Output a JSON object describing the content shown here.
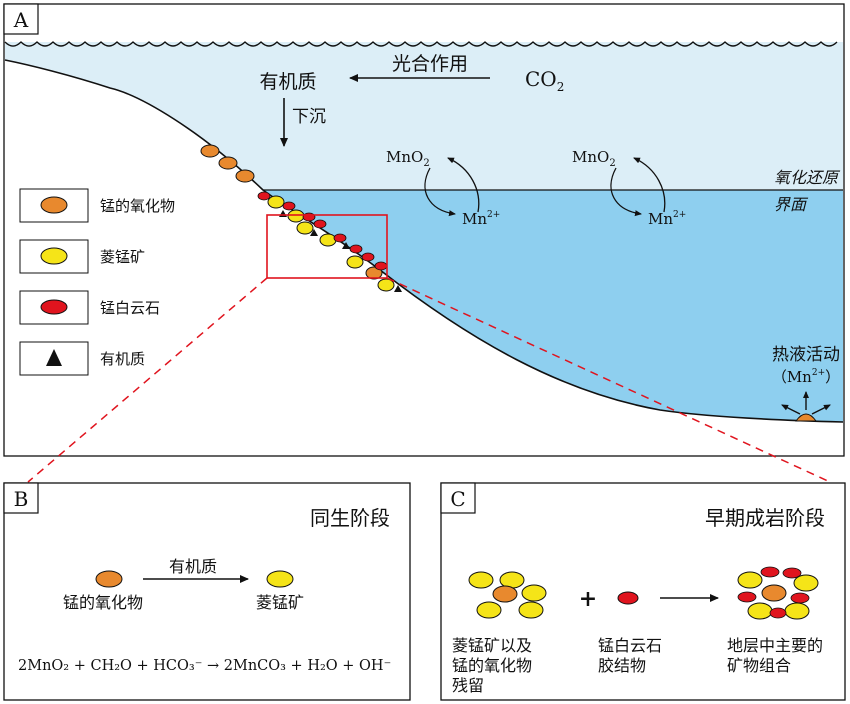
{
  "panel_a": {
    "label": "A",
    "organic_matter": "有机质",
    "photosynthesis": "光合作用",
    "co2": "CO",
    "co2_sub": "2",
    "sinking": "下沉",
    "redox_line1": "氧化还原",
    "redox_line2": "界面",
    "mno2_1": "MnO",
    "mno2_1_sub": "2",
    "mn_1": "Mn",
    "mn_1_sup": "2+",
    "mno2_2": "MnO",
    "mno2_2_sub": "2",
    "mn_2": "Mn",
    "mn_2_sup": "2+",
    "hydrothermal": "热液活动",
    "hydro_mn_open": "（Mn",
    "hydro_mn_sup": "2+",
    "hydro_mn_close": "）"
  },
  "legend": [
    {
      "label": "锰的氧化物",
      "symbol": "orange-ellipse",
      "color": "#E8892E"
    },
    {
      "label": "菱锰矿",
      "symbol": "yellow-ellipse",
      "color": "#F5E418"
    },
    {
      "label": "锰白云石",
      "symbol": "red-ellipse",
      "color": "#E0141E"
    },
    {
      "label": "有机质",
      "symbol": "black-triangle",
      "color": "#111111"
    }
  ],
  "panel_b": {
    "label": "B",
    "title": "同生阶段",
    "arrow_label": "有机质",
    "left_label": "锰的氧化物",
    "right_label": "菱锰矿",
    "equation": "2MnO₂ + CH₂O + HCO₃⁻ → 2MnCO₃ + H₂O + OH⁻"
  },
  "panel_c": {
    "label": "C",
    "title": "早期成岩阶段",
    "group1_line1": "菱锰矿以及",
    "group1_line2": "锰的氧化物",
    "group1_line3": "残留",
    "plus": "+",
    "group2_line1": "锰白云石",
    "group2_line2": "胶结物",
    "group3_line1": "地层中主要的",
    "group3_line2": "矿物组合"
  },
  "colors": {
    "upper_water": "#DCEEF7",
    "lower_water": "#8ECFEF",
    "manganese_oxide": "#E8892E",
    "rhodochrosite": "#F5E418",
    "mn_dolomite": "#E0141E",
    "zoom_box": "#E0141E"
  }
}
